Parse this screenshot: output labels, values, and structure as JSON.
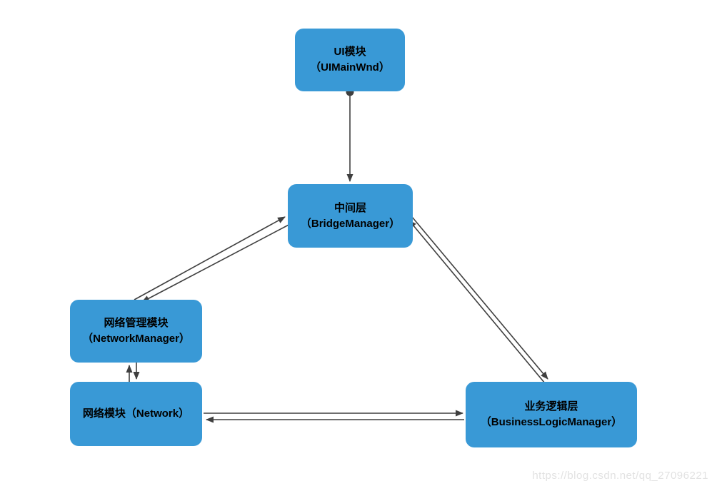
{
  "nodes": {
    "ui": {
      "line1": "UI模块",
      "line2": "（UIMainWnd）"
    },
    "bridge": {
      "line1": "中间层",
      "line2": "（BridgeManager）"
    },
    "netmgr": {
      "line1": "网络管理模块",
      "line2": "（NetworkManager）"
    },
    "network": {
      "line1": "网络模块（Network）"
    },
    "business": {
      "line1": "业务逻辑层",
      "line2": "（BusinessLogicManager）"
    }
  },
  "edges": [
    {
      "from": "ui",
      "to": "bridge",
      "direction": "one-way"
    },
    {
      "from": "bridge",
      "to": "netmgr",
      "direction": "two-way"
    },
    {
      "from": "bridge",
      "to": "business",
      "direction": "two-way"
    },
    {
      "from": "netmgr",
      "to": "network",
      "direction": "two-way"
    },
    {
      "from": "network",
      "to": "business",
      "direction": "two-way"
    }
  ],
  "colors": {
    "node_fill": "#3999D6",
    "connector": "#3F3F3F",
    "node_text": "#000000",
    "watermark": "#E2E2E2",
    "background": "#FFFFFF"
  },
  "watermark": {
    "text": "https://blog.csdn.net/qq_27096221"
  }
}
